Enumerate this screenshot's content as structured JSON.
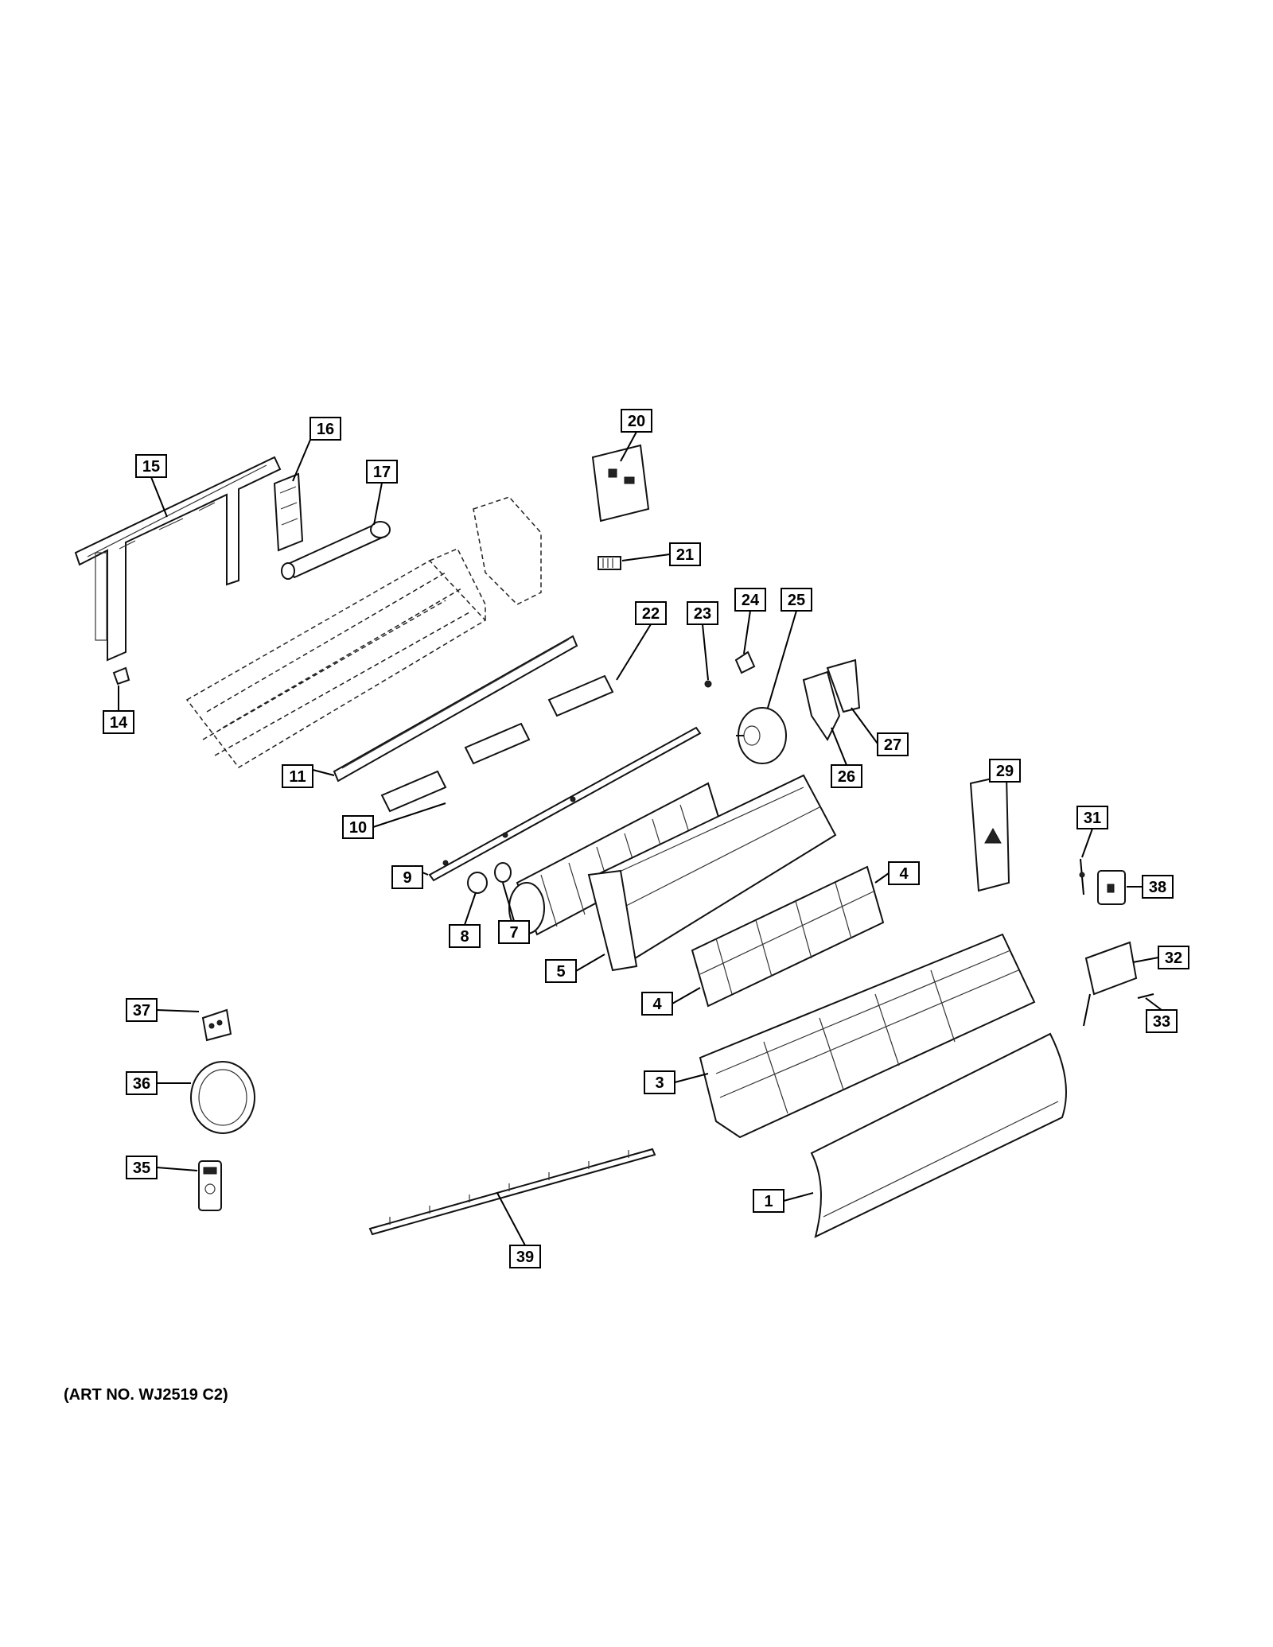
{
  "art_number": "(ART NO. WJ2519 C2)",
  "callouts": [
    "1",
    "3",
    "4",
    "4",
    "5",
    "7",
    "8",
    "9",
    "10",
    "11",
    "14",
    "15",
    "16",
    "17",
    "20",
    "21",
    "22",
    "23",
    "24",
    "25",
    "26",
    "27",
    "29",
    "31",
    "32",
    "33",
    "35",
    "36",
    "37",
    "38",
    "39"
  ]
}
